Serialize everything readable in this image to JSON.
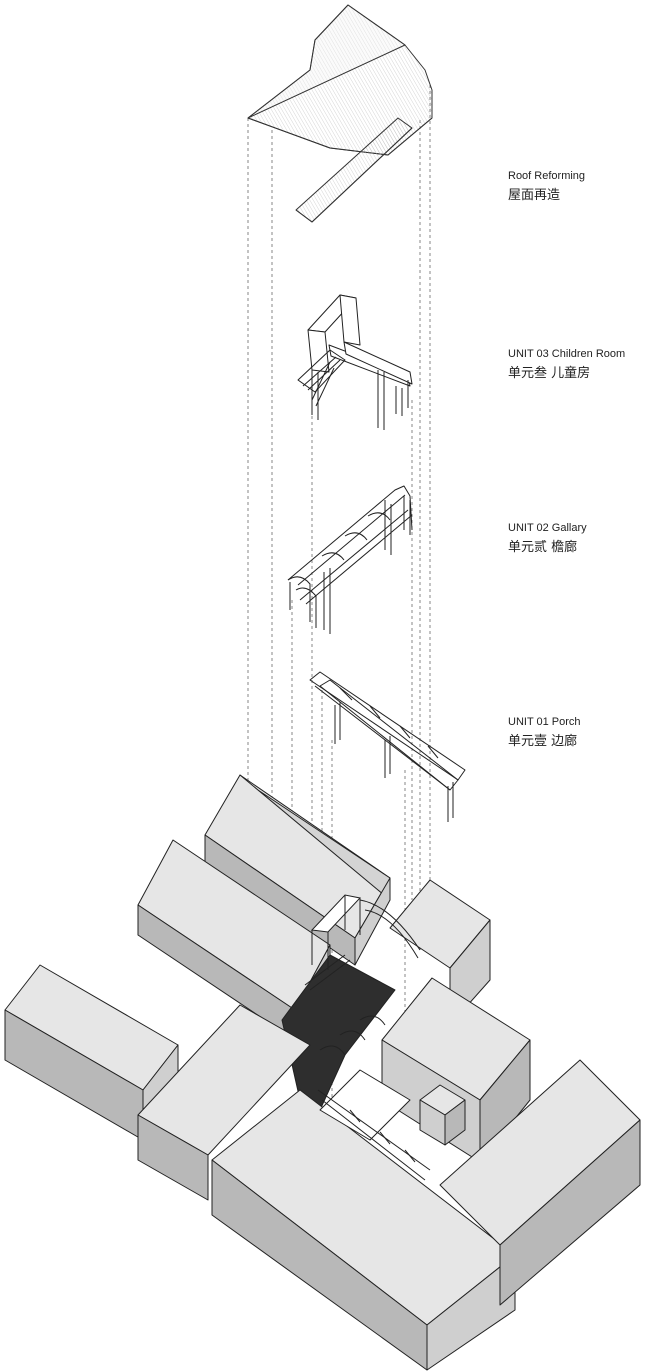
{
  "layers": [
    {
      "id": "roof",
      "label_en": "Roof Reforming",
      "label_cn": "屋面再造"
    },
    {
      "id": "unit03",
      "label_en": "UNIT 03  Children Room",
      "label_cn": "单元叁 儿童房"
    },
    {
      "id": "unit02",
      "label_en": "UNIT 02  Gallary",
      "label_cn": "单元贰 檐廊"
    },
    {
      "id": "unit01",
      "label_en": "UNIT 01  Porch",
      "label_cn": "单元壹 边廊"
    }
  ],
  "colors": {
    "building_top": "#e6e6e6",
    "building_side_light": "#d4d4d4",
    "building_side_dark": "#b8b8b8",
    "courtyard": "#2e2e2e",
    "line": "#333333"
  }
}
